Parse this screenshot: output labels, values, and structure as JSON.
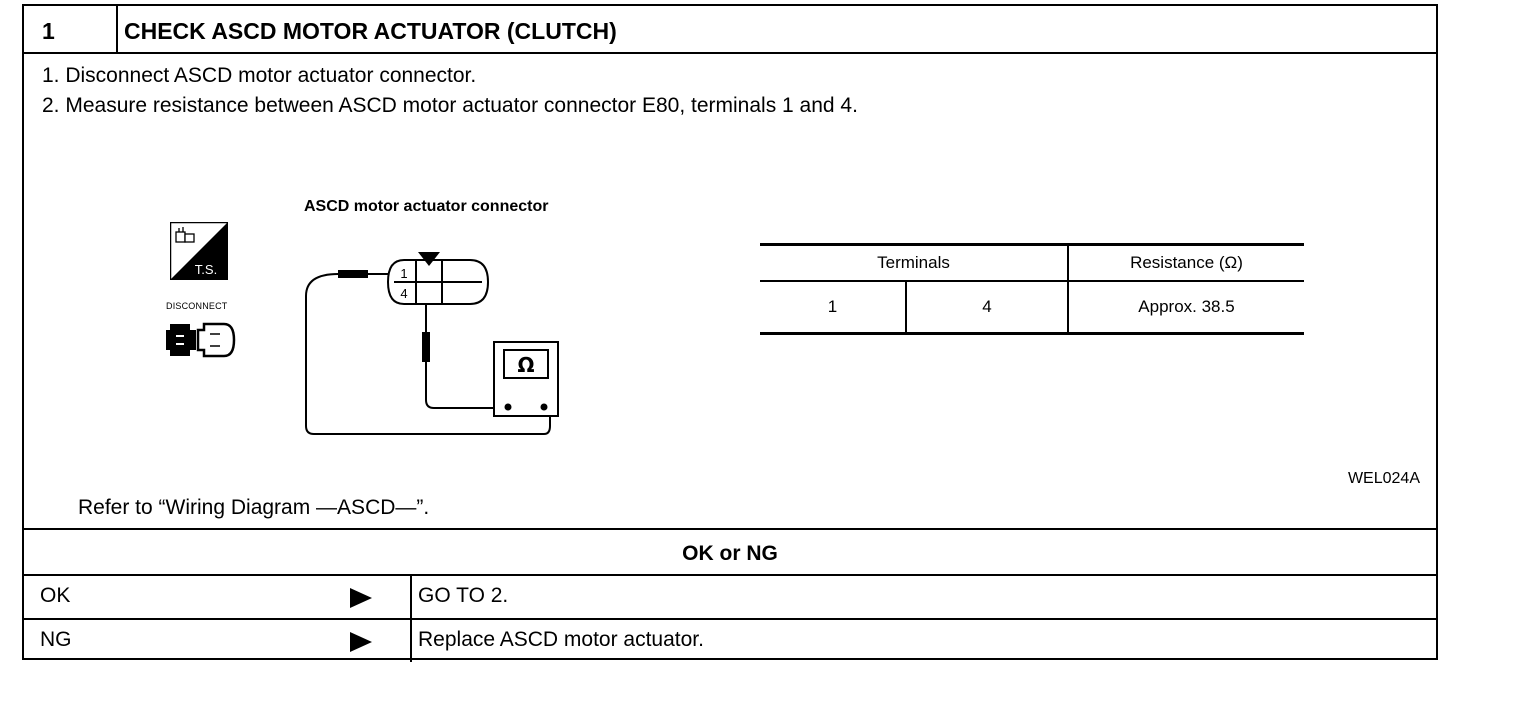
{
  "header": {
    "step_number": "1",
    "title": "CHECK ASCD MOTOR ACTUATOR (CLUTCH)"
  },
  "instructions": [
    "1.  Disconnect ASCD motor actuator connector.",
    "2.  Measure resistance between ASCD motor actuator connector E80, terminals 1 and 4."
  ],
  "figure": {
    "connector_label": "ASCD motor actuator connector",
    "ts_icon_text": "T.S.",
    "disconnect_label": "DISCONNECT",
    "terminal_1": "1",
    "terminal_4": "4",
    "meter_symbol": "Ω",
    "reference_code": "WEL024A"
  },
  "spec_table": {
    "header_terminals": "Terminals",
    "header_resistance": "Resistance (Ω)",
    "row": {
      "terminal_a": "1",
      "terminal_b": "4",
      "resistance": "Approx. 38.5"
    }
  },
  "refer_text": "Refer to “Wiring Diagram —ASCD—”.",
  "decision_title": "OK or NG",
  "results": [
    {
      "label": "OK",
      "action": "GO TO 2."
    },
    {
      "label": "NG",
      "action": "Replace ASCD motor actuator."
    }
  ]
}
